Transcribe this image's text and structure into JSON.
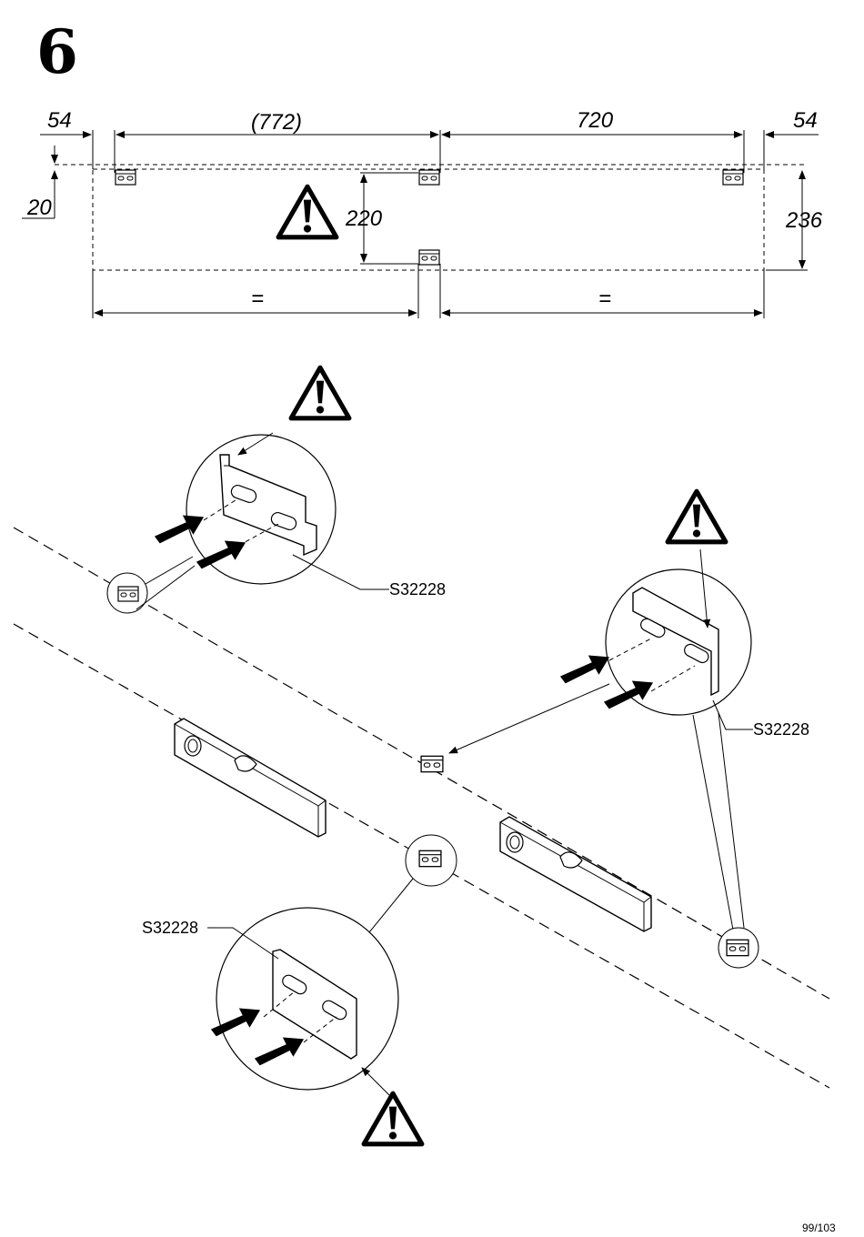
{
  "step_number": "6",
  "top_dimensions": {
    "left_offset": "54",
    "span_left": "(772)",
    "span_right": "720",
    "right_offset": "54",
    "top_offset": "20",
    "vertical_middle": "220",
    "height": "236",
    "equal_left": "=",
    "equal_right": "="
  },
  "part_code_top_left": "S32228",
  "part_code_right": "S32228",
  "part_code_bottom": "S32228",
  "page_number": "99/103",
  "icons": {
    "warning": "warning-triangle-icon",
    "arrow": "push-arrow-icon",
    "bracket": "wall-bracket-icon",
    "level": "spirit-level-icon"
  }
}
